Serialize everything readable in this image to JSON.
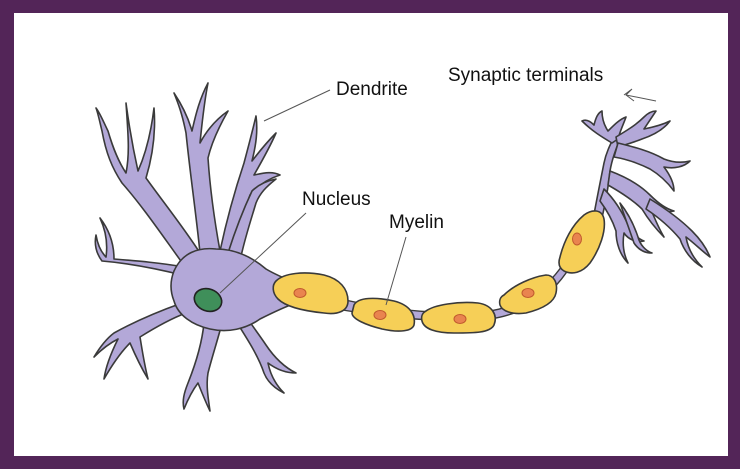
{
  "labels": {
    "dendrite": "Dendrite",
    "nucleus": "Nucleus",
    "myelin": "Myelin",
    "synaptic_terminals": "Synaptic terminals"
  },
  "colors": {
    "border": "#532558",
    "background": "#ffffff",
    "cell_body": "#b3a8d8",
    "cell_outline": "#3a3a3a",
    "nucleus": "#3f8f5a",
    "myelin": "#f6cf57",
    "myelin_nucleus": "#e9844f",
    "leader_line": "#555555"
  }
}
